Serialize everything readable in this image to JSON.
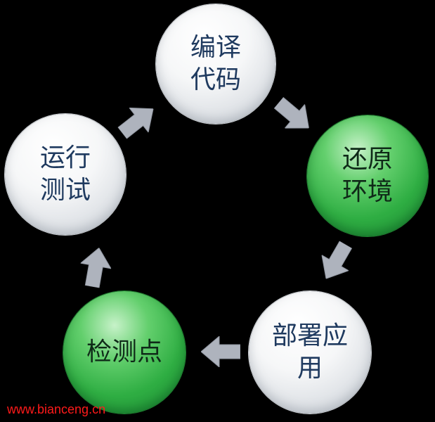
{
  "diagram": {
    "nodes": [
      {
        "id": "compile",
        "lines": [
          "编译",
          "代码"
        ],
        "style": "white"
      },
      {
        "id": "restore",
        "lines": [
          "还原",
          "环境"
        ],
        "style": "green"
      },
      {
        "id": "deploy",
        "lines": [
          "部署应",
          "用"
        ],
        "style": "white"
      },
      {
        "id": "checkpoint",
        "lines": [
          "检测点"
        ],
        "style": "green"
      },
      {
        "id": "test",
        "lines": [
          "运行",
          "测试"
        ],
        "style": "white"
      }
    ]
  },
  "colors": {
    "background": "#000000",
    "node_text": "#1f3a5f",
    "green_node": "#2fae43",
    "white_node": "#f6f7f8",
    "arrow": "#aeb3bd",
    "watermark": "#ff1a1a"
  },
  "watermark": {
    "text": "www.bianceng.cn"
  }
}
